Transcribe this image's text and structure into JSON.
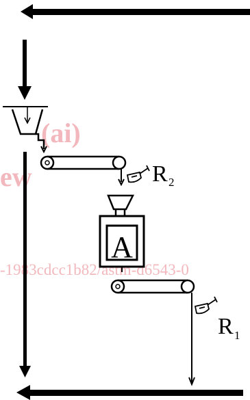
{
  "diagram": {
    "unit_label": "A",
    "sampler_2": {
      "base": "R",
      "subscript": "2"
    },
    "sampler_1": {
      "base": "R",
      "subscript": "1"
    }
  },
  "watermark": {
    "line1": "(ai)",
    "line2": "ew",
    "line3": "-1983cdcc1b82/astm-d6543-0"
  },
  "colors": {
    "ink": "#000000",
    "watermark": "#f2b8bd"
  }
}
